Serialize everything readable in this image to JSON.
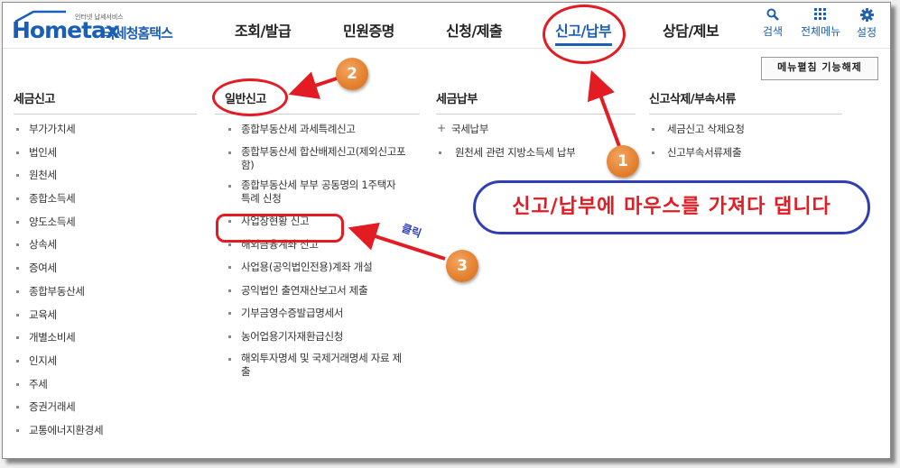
{
  "logo": {
    "main": "Hometax",
    "ko": "국세청홈택스",
    "tagline": "인터넷 납세서비스"
  },
  "nav": [
    {
      "label": "조회/발급"
    },
    {
      "label": "민원증명"
    },
    {
      "label": "신청/제출"
    },
    {
      "label": "신고/납부"
    },
    {
      "label": "상담/제보"
    }
  ],
  "utils": {
    "search": "검색",
    "all_menu": "전체메뉴",
    "settings": "설정"
  },
  "collapse_button": "메뉴펼침 기능해제",
  "columns": {
    "tax_report": {
      "heading": "세금신고",
      "items": [
        "부가가치세",
        "법인세",
        "원천세",
        "종합소득세",
        "양도소득세",
        "상속세",
        "증여세",
        "종합부동산세",
        "교육세",
        "개별소비세",
        "인지세",
        "주세",
        "증권거래세",
        "교통에너지환경세"
      ]
    },
    "general_report": {
      "heading": "일반신고",
      "items": [
        "종합부동산세 과세특례신고",
        "종합부동산세 합산배제신고(제외신고포함)",
        "종합부동산세 부부 공동명의 1주택자 특례 신청",
        "사업장현황 신고",
        "해외금융계좌 신고",
        "사업용(공익법인전용)계좌 개설",
        "공익법인 출연재산보고서 제출",
        "기부금영수증발급명세서",
        "농어업용기자재환급신청",
        "해외투자명세 및 국제거래명세 자료 제출"
      ]
    },
    "tax_payment": {
      "heading": "세금납부",
      "items": [
        "국세납부",
        "원천세 관련 지방소득세 납부"
      ]
    },
    "report_delete": {
      "heading": "신고삭제/부속서류",
      "items": [
        "세금신고 삭제요청",
        "신고부속서류제출"
      ]
    }
  },
  "annotations": {
    "step1": "1",
    "step2": "2",
    "step3": "3",
    "callout": "신고/납부에 마우스를 가져다 댑니다",
    "click": "클릭"
  },
  "colors": {
    "accent": "#1a5fb4",
    "annotation_red": "#e31b23",
    "callout_border": "#2f3fb3",
    "badge_orange": "#e07b27"
  }
}
